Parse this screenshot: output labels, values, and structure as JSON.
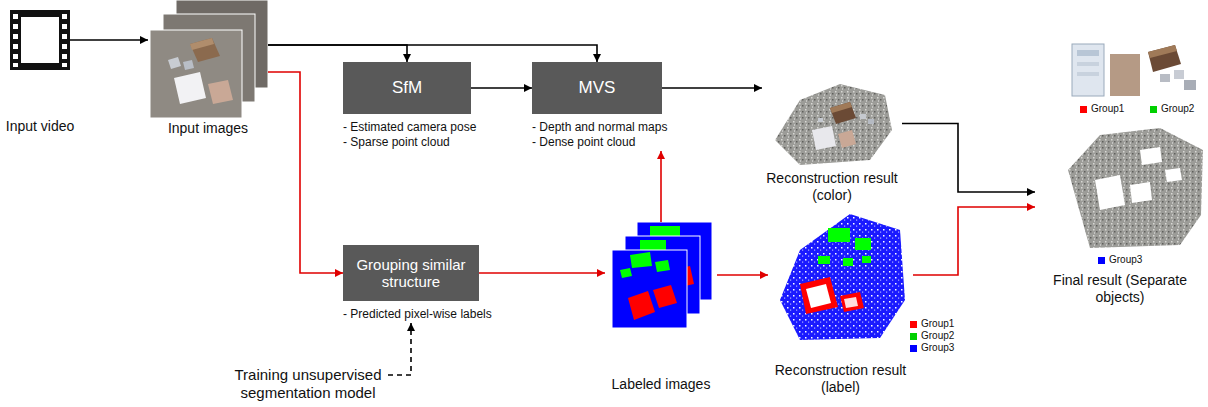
{
  "diagram": {
    "nodes": [
      {
        "text": [
          "Input video"
        ]
      },
      {
        "text": [
          "Input images"
        ]
      },
      {
        "text": [
          "SfM",
          "- Estimated camera pose",
          "- Sparse point cloud"
        ]
      },
      {
        "text": [
          "MVS",
          "- Depth and normal maps",
          "- Dense point cloud"
        ]
      },
      {
        "text": [
          "Grouping similar structure",
          "- Predicted pixel-wise labels"
        ]
      },
      {
        "text": [
          "Training unsupervised segmentation model"
        ]
      },
      {
        "text": [
          "Labeled images"
        ]
      },
      {
        "text": [
          "Reconstruction result (color)"
        ]
      },
      {
        "text": [
          "Reconstruction result (label)"
        ]
      },
      {
        "text": [
          "Final result (Separate objects)"
        ]
      }
    ],
    "edges": [
      {
        "from": 0,
        "to": 1,
        "arrow": "to"
      },
      {
        "from": 1,
        "to": 2,
        "arrow": "to"
      },
      {
        "from": 1,
        "to": 3,
        "arrow": "to"
      },
      {
        "from": 2,
        "to": 3,
        "arrow": "to"
      },
      {
        "from": 3,
        "to": 7,
        "arrow": "to"
      },
      {
        "from": 7,
        "to": 9,
        "arrow": "to"
      },
      {
        "from": 1,
        "to": 4,
        "arrow": "to"
      },
      {
        "from": 4,
        "to": 6,
        "arrow": "to"
      },
      {
        "from": 6,
        "to": 3,
        "arrow": "to"
      },
      {
        "from": 6,
        "to": 8,
        "arrow": "to"
      },
      {
        "from": 8,
        "to": 9,
        "arrow": "to"
      },
      {
        "from": 5,
        "to": 4,
        "arrow": "to"
      }
    ],
    "legend": [
      {
        "text": "Group1",
        "color": "#ff0000"
      },
      {
        "text": "Group2",
        "color": "#00d000"
      },
      {
        "text": "Group3",
        "color": "#0000ff"
      },
      {
        "text": "Group1",
        "color": "#ff0000"
      },
      {
        "text": "Group2",
        "color": "#00d000"
      },
      {
        "text": "Group3",
        "color": "#0000ff"
      }
    ]
  }
}
